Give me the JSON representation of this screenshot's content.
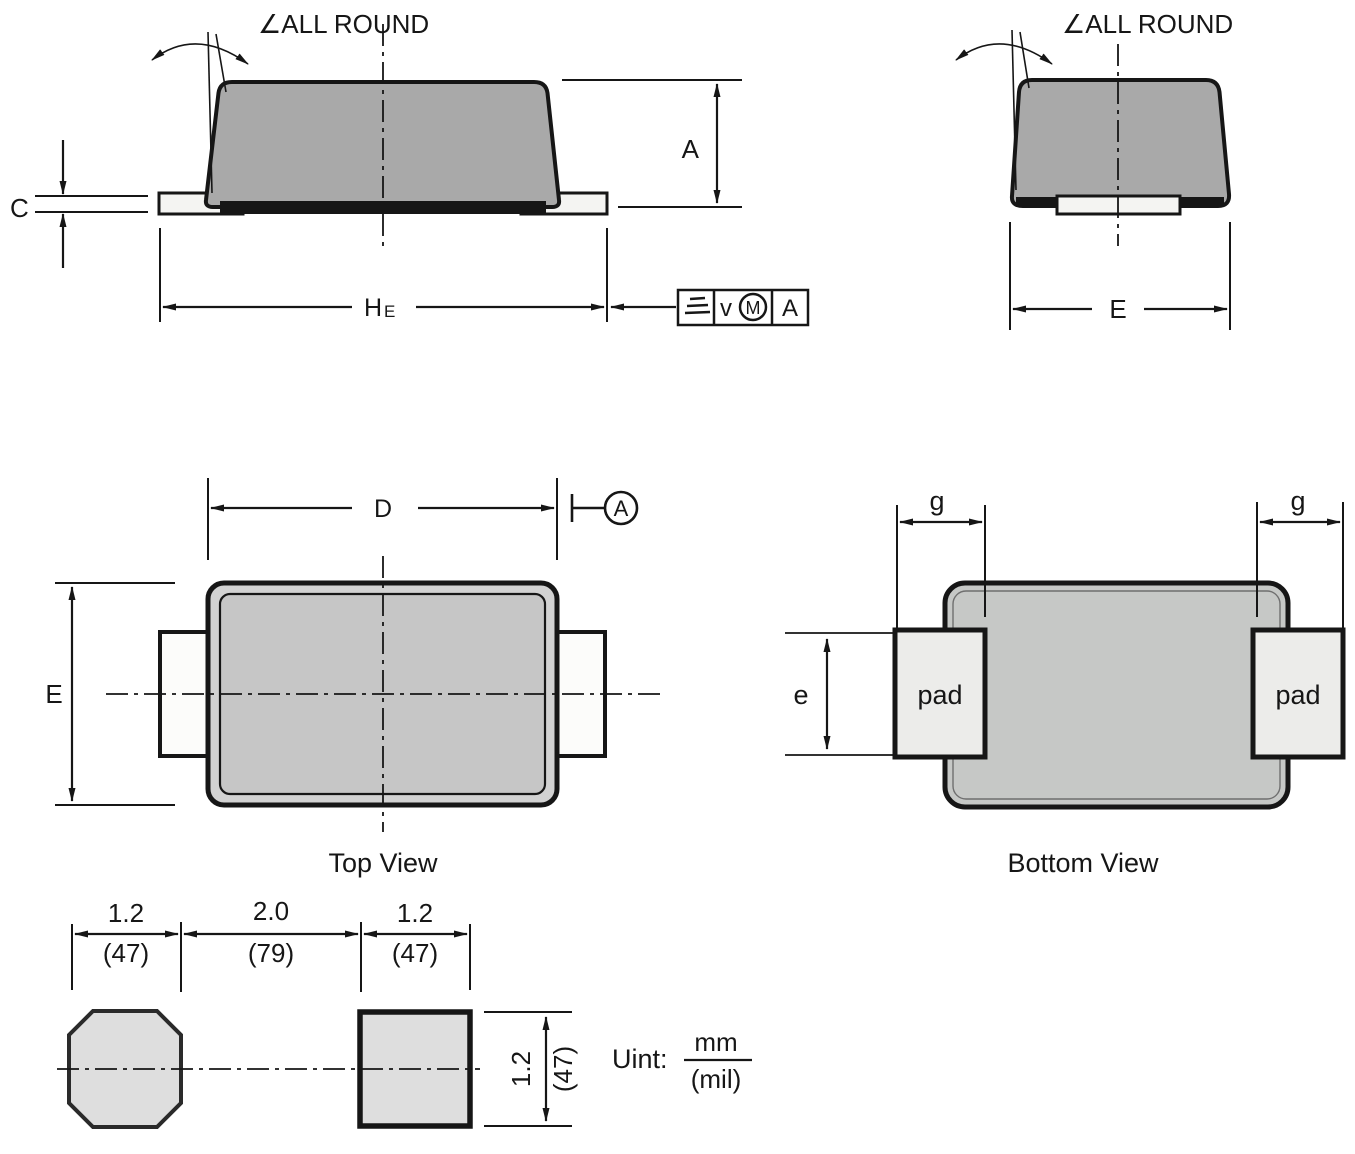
{
  "side_view": {
    "angle_label": "∠ALL ROUND",
    "dim_c": "C",
    "dim_a": "A",
    "dim_he_main": "H",
    "dim_he_sub": "E",
    "fcf": {
      "symbol_icon": "triple-line-icon",
      "tolerance": "v",
      "modifier": "M",
      "datum": "A"
    }
  },
  "end_view": {
    "angle_label": "∠ALL ROUND",
    "dim_e": "E"
  },
  "top_view": {
    "title": "Top View",
    "dim_d": "D",
    "dim_e": "E",
    "datum": "A"
  },
  "bottom_view": {
    "title": "Bottom View",
    "dim_g_left": "g",
    "dim_g_right": "g",
    "dim_e": "e",
    "pad_left_label": "pad",
    "pad_right_label": "pad"
  },
  "land_pattern": {
    "dims_mm": [
      "1.2",
      "2.0",
      "1.2"
    ],
    "dims_mil": [
      "(47)",
      "(79)",
      "(47)"
    ],
    "vertical_mm": "1.2",
    "vertical_mil": "(47)",
    "unit_label": "Uint:",
    "unit_numerator": "mm",
    "unit_denominator": "(mil)"
  },
  "colors": {
    "line": "#161616",
    "body_dark": "#a9a9a9",
    "body_light": "#c6c6c6",
    "terminal_white": "#f4f4f2",
    "land_pad": "#dedede"
  }
}
